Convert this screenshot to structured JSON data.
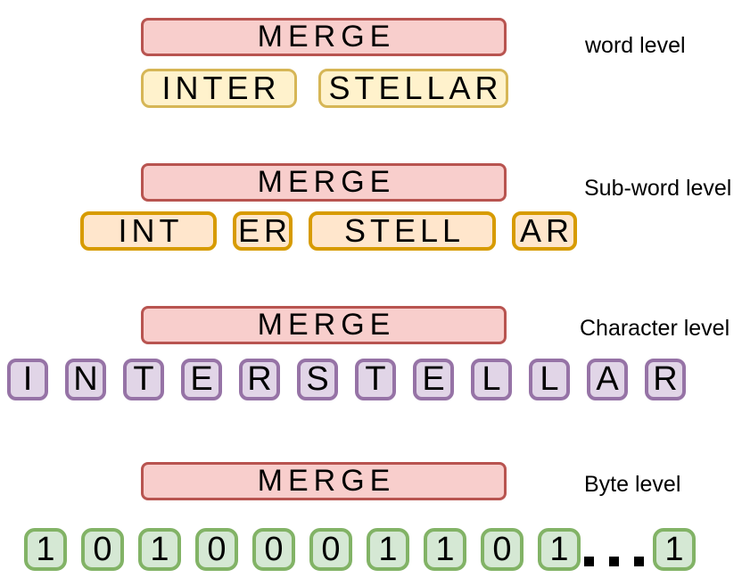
{
  "merge_label": "MERGE",
  "sections": [
    {
      "id": "word",
      "level_label": "word level",
      "tokens": [
        "INTER",
        "STELLAR"
      ]
    },
    {
      "id": "subword",
      "level_label": "Sub-word level",
      "tokens": [
        "INT",
        "ER",
        "STELL",
        "AR"
      ]
    },
    {
      "id": "character",
      "level_label": "Character level",
      "tokens": [
        "I",
        "N",
        "T",
        "E",
        "R",
        "S",
        "T",
        "E",
        "L",
        "L",
        "A",
        "R"
      ]
    },
    {
      "id": "byte",
      "level_label": "Byte level",
      "tokens": [
        "1",
        "0",
        "1",
        "0",
        "0",
        "0",
        "1",
        "1",
        "0",
        "1",
        "...",
        "1"
      ]
    }
  ],
  "colors": {
    "merge_fill": "#F8CECC",
    "merge_stroke": "#B85450",
    "word_fill": "#FFF2CC",
    "word_stroke": "#D6B656",
    "subword_fill": "#FFE6CC",
    "subword_stroke": "#D79B00",
    "character_fill": "#E1D5E7",
    "character_stroke": "#9673A6",
    "byte_fill": "#D5E8D4",
    "byte_stroke": "#82B366",
    "text": "#000000"
  }
}
